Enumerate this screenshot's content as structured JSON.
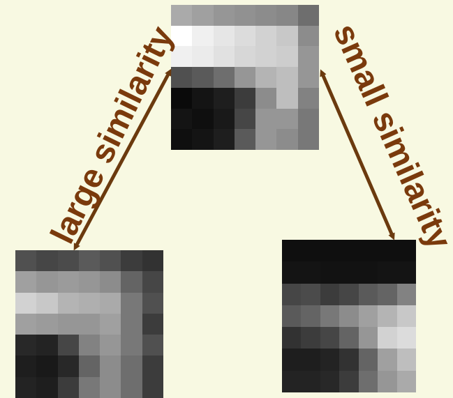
{
  "labels": {
    "left": "large similarity",
    "right": "small similarity"
  },
  "colors": {
    "background": "#f8f9e2",
    "arrow": "#6b3a0e",
    "text": "#7a3a0c"
  },
  "patches": {
    "top": [
      [
        170,
        160,
        150,
        145,
        140,
        135,
        110
      ],
      [
        255,
        240,
        230,
        220,
        210,
        200,
        140
      ],
      [
        240,
        235,
        225,
        215,
        210,
        205,
        150
      ],
      [
        80,
        90,
        110,
        150,
        180,
        190,
        150
      ],
      [
        10,
        20,
        30,
        60,
        140,
        190,
        130
      ],
      [
        20,
        15,
        25,
        70,
        150,
        150,
        120
      ],
      [
        15,
        20,
        30,
        90,
        150,
        140,
        120
      ]
    ],
    "left": [
      [
        80,
        70,
        75,
        90,
        80,
        60,
        50
      ],
      [
        160,
        150,
        155,
        150,
        140,
        100,
        70
      ],
      [
        210,
        200,
        180,
        175,
        170,
        120,
        80
      ],
      [
        160,
        155,
        150,
        150,
        160,
        120,
        60
      ],
      [
        40,
        35,
        70,
        130,
        150,
        120,
        80
      ],
      [
        30,
        25,
        40,
        100,
        140,
        110,
        60
      ],
      [
        35,
        30,
        60,
        120,
        140,
        110,
        60
      ]
    ],
    "right": [
      [
        15,
        15,
        15,
        15,
        15,
        15,
        15
      ],
      [
        20,
        20,
        18,
        18,
        18,
        20,
        20
      ],
      [
        70,
        75,
        60,
        70,
        90,
        100,
        130
      ],
      [
        90,
        100,
        120,
        140,
        160,
        180,
        200
      ],
      [
        50,
        60,
        70,
        100,
        150,
        210,
        220
      ],
      [
        30,
        30,
        35,
        50,
        100,
        160,
        190
      ],
      [
        35,
        35,
        40,
        60,
        110,
        150,
        170
      ]
    ]
  }
}
